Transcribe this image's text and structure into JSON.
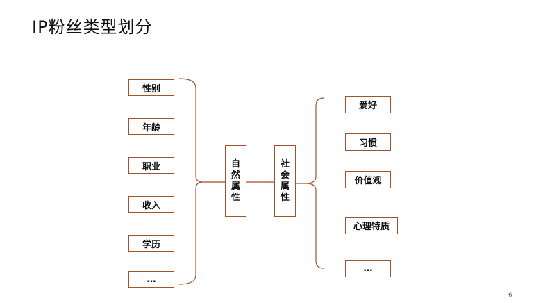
{
  "title": "IP粉丝类型划分",
  "left_items": [
    "性别",
    "年龄",
    "职业",
    "收入",
    "学历",
    "…"
  ],
  "center": {
    "natural_attribute": "自然属性",
    "social_attribute": "社会属性"
  },
  "right_items": [
    "爱好",
    "习惯",
    "价值观",
    "心理特质",
    "…"
  ],
  "page_number": "6",
  "colors": {
    "border": "#a0522d",
    "text": "#111111"
  }
}
